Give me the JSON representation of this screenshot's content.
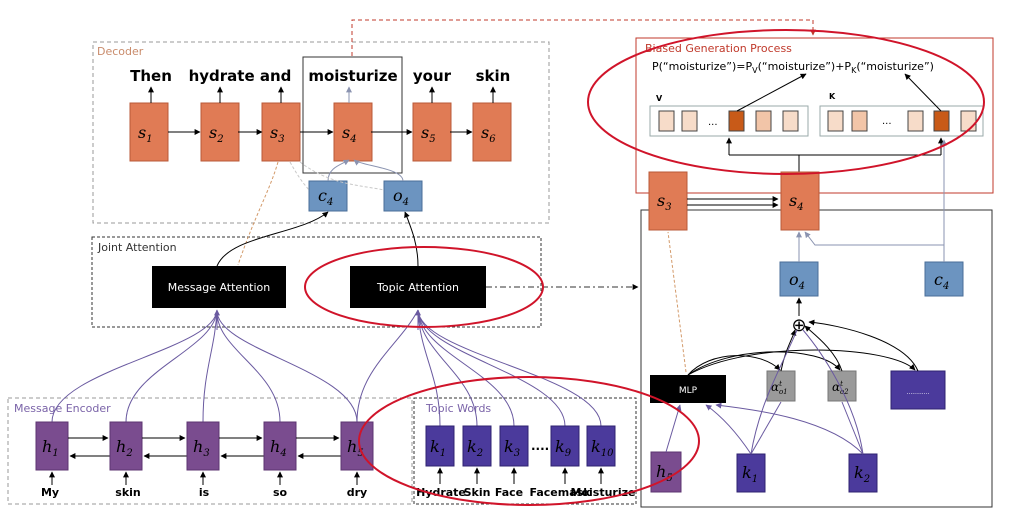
{
  "colors": {
    "decoder_cell": "#e07b55",
    "context_cell": "#6c94c0",
    "encoder_cell": "#7a4c8f",
    "topic_cell": "#4b3a9c",
    "region_label": "#c98b6b",
    "encoder_label": "#7a63a8",
    "accent_red": "#d0142a",
    "highlight_cell": "#c85a18",
    "pale_cell": "#f7dcc9"
  },
  "decoder": {
    "label": "Decoder",
    "words": [
      "Then",
      "hydrate and",
      "moisturize",
      "your",
      "skin"
    ],
    "states": [
      {
        "base": "s",
        "sub": "1"
      },
      {
        "base": "s",
        "sub": "2"
      },
      {
        "base": "s",
        "sub": "3"
      },
      {
        "base": "s",
        "sub": "4"
      },
      {
        "base": "s",
        "sub": "5"
      },
      {
        "base": "s",
        "sub": "6"
      }
    ]
  },
  "context": {
    "c": {
      "base": "c",
      "sub": "4"
    },
    "o": {
      "base": "o",
      "sub": "4"
    }
  },
  "joint_attention": {
    "label": "Joint Attention",
    "message_attention": "Message Attention",
    "topic_attention": "Topic Attention"
  },
  "message_encoder": {
    "label": "Message Encoder",
    "states": [
      {
        "base": "h",
        "sub": "1"
      },
      {
        "base": "h",
        "sub": "2"
      },
      {
        "base": "h",
        "sub": "3"
      },
      {
        "base": "h",
        "sub": "4"
      },
      {
        "base": "h",
        "sub": "5"
      }
    ],
    "words": [
      "My",
      "skin",
      "is",
      "so",
      "dry"
    ]
  },
  "topic_words": {
    "label": "Topic Words",
    "states": [
      {
        "base": "k",
        "sub": "1"
      },
      {
        "base": "k",
        "sub": "2"
      },
      {
        "base": "k",
        "sub": "3"
      },
      {
        "base": "k",
        "sub": "9"
      },
      {
        "base": "k",
        "sub": "10"
      }
    ],
    "ellipsis": "....",
    "words": [
      "Hydrate",
      "Skin",
      "Face",
      "Facemask",
      "Moisturize"
    ]
  },
  "biased_generation": {
    "title": "Biased Generation Process",
    "equation": "P(“moisturize”)=P",
    "eq_sub_v": "V",
    "eq_mid": "(“moisturize”)+P",
    "eq_sub_k": "K",
    "eq_end": "(“moisturize”)",
    "v_label": "V",
    "k_label": "K",
    "ellipsis": "...",
    "ellipsis_k": "..."
  },
  "right_detail": {
    "s3": {
      "base": "s",
      "sub": "3"
    },
    "s4": {
      "base": "s",
      "sub": "4"
    },
    "o4": {
      "base": "o",
      "sub": "4"
    },
    "c4": {
      "base": "c",
      "sub": "4"
    },
    "mlp": "MLP",
    "alpha1": {
      "base": "α",
      "sup": "t",
      "sub": "o1"
    },
    "alpha2": {
      "base": "α",
      "sup": "t",
      "sub": "o2"
    },
    "dots": "............",
    "h5": {
      "base": "h",
      "sub": "5"
    },
    "k1": {
      "base": "k",
      "sub": "1"
    },
    "k2": {
      "base": "k",
      "sub": "2"
    },
    "plus": "⊕"
  }
}
